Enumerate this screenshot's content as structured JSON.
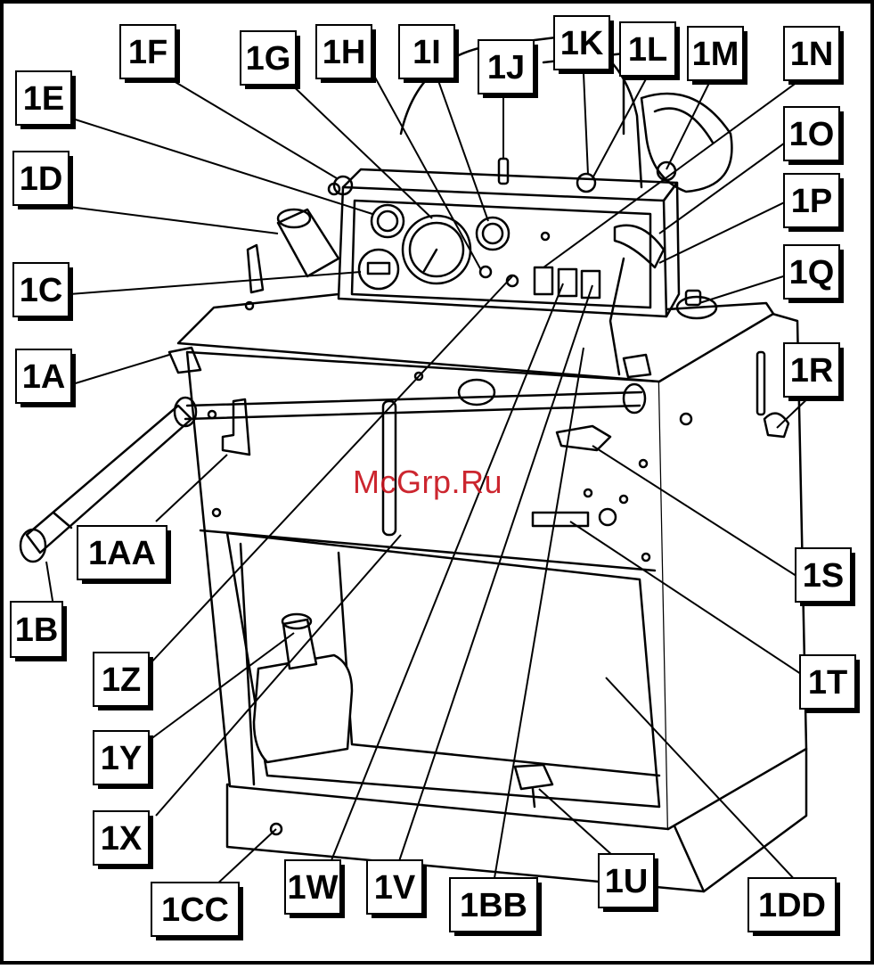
{
  "watermark": "McGrp.Ru",
  "colors": {
    "stroke": "#000000",
    "label_shadow": "#000000",
    "watermark": "#c8141e"
  },
  "labels": [
    "1A",
    "1B",
    "1C",
    "1D",
    "1E",
    "1F",
    "1G",
    "1H",
    "1I",
    "1J",
    "1K",
    "1L",
    "1M",
    "1N",
    "1O",
    "1P",
    "1Q",
    "1R",
    "1S",
    "1T",
    "1U",
    "1V",
    "1W",
    "1X",
    "1Y",
    "1Z",
    "1AA",
    "1BB",
    "1CC",
    "1DD"
  ]
}
